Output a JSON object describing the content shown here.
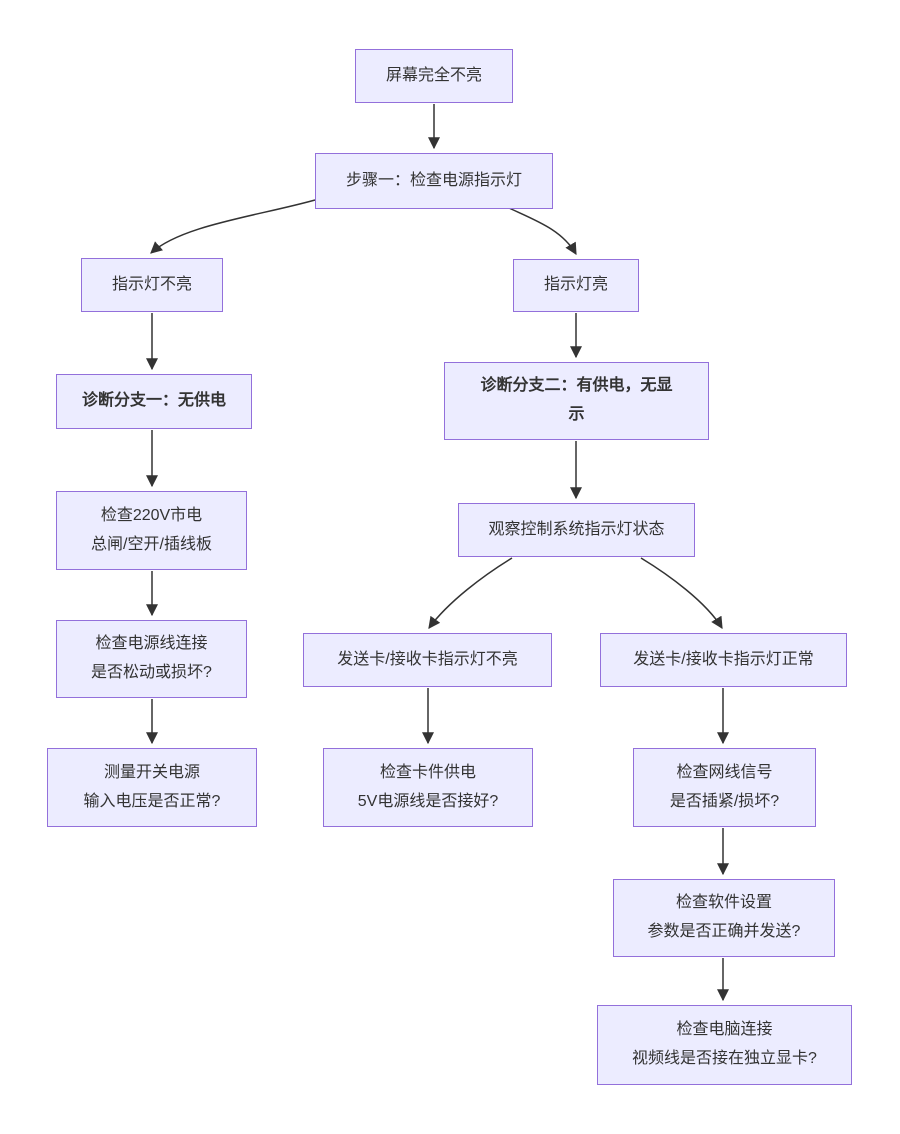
{
  "flowchart": {
    "colors": {
      "node_fill": "#ECECFF",
      "node_border": "#9370DB",
      "edge": "#333333",
      "text": "#333333",
      "background": "#ffffff"
    },
    "nodes": {
      "screen_off": {
        "label": "屏幕完全不亮"
      },
      "step1": {
        "label": "步骤一：检查电源指示灯"
      },
      "led_off": {
        "label": "指示灯不亮"
      },
      "led_on": {
        "label": "指示灯亮"
      },
      "branch1": {
        "label": "诊断分支一：无供电"
      },
      "branch2": {
        "label": "诊断分支二：有供电，无显\n示"
      },
      "check_mains": {
        "label": "检查220V市电\n总闸/空开/插线板"
      },
      "check_power_cord": {
        "label": "检查电源线连接\n是否松动或损坏?"
      },
      "measure_psu": {
        "label": "测量开关电源\n输入电压是否正常?"
      },
      "observe_ctrl": {
        "label": "观察控制系统指示灯状态"
      },
      "card_led_off": {
        "label": "发送卡/接收卡指示灯不亮"
      },
      "card_led_ok": {
        "label": "发送卡/接收卡指示灯正常"
      },
      "check_card_power": {
        "label": "检查卡件供电\n5V电源线是否接好?"
      },
      "check_lan": {
        "label": "检查网线信号\n是否插紧/损坏?"
      },
      "check_software": {
        "label": "检查软件设置\n参数是否正确并发送?"
      },
      "check_pc": {
        "label": "检查电脑连接\n视频线是否接在独立显卡?"
      }
    },
    "edges": [
      {
        "from": "screen_off",
        "to": "step1"
      },
      {
        "from": "step1",
        "to": "led_off"
      },
      {
        "from": "step1",
        "to": "led_on"
      },
      {
        "from": "led_off",
        "to": "branch1"
      },
      {
        "from": "led_on",
        "to": "branch2"
      },
      {
        "from": "branch1",
        "to": "check_mains"
      },
      {
        "from": "check_mains",
        "to": "check_power_cord"
      },
      {
        "from": "check_power_cord",
        "to": "measure_psu"
      },
      {
        "from": "branch2",
        "to": "observe_ctrl"
      },
      {
        "from": "observe_ctrl",
        "to": "card_led_off"
      },
      {
        "from": "observe_ctrl",
        "to": "card_led_ok"
      },
      {
        "from": "card_led_off",
        "to": "check_card_power"
      },
      {
        "from": "card_led_ok",
        "to": "check_lan"
      },
      {
        "from": "check_lan",
        "to": "check_software"
      },
      {
        "from": "check_software",
        "to": "check_pc"
      }
    ]
  }
}
